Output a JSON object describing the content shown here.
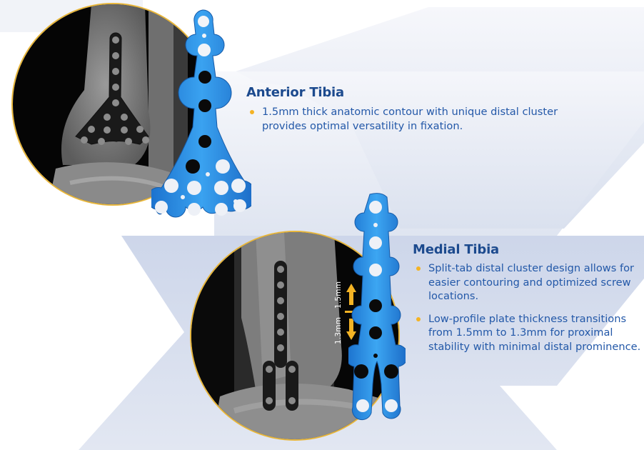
{
  "colors": {
    "heading": "#1c4a8e",
    "body_text": "#2358a8",
    "bullet": "#f4b324",
    "plate_blue": "#2f8fe0",
    "xray_ring": "#e8b63a",
    "background_shape": "#d4dcec"
  },
  "sections": [
    {
      "title": "Anterior Tibia",
      "bullets": [
        "1.5mm thick anatomic contour with unique distal cluster provides optimal versatility in fixation."
      ]
    },
    {
      "title": "Medial Tibia",
      "bullets": [
        "Split-tab distal cluster design allows for easier contouring and optimized screw locations.",
        "Low-profile plate thickness transitions from 1.5mm to 1.3mm for proximal stability with minimal distal prominence."
      ]
    }
  ],
  "thickness_indicator": {
    "upper_label": "1.5mm",
    "lower_label": "1.3mm",
    "icon_up": "arrow-up-icon",
    "icon_down": "arrow-down-icon"
  },
  "images": {
    "anterior_xray": "xray-anterior-tibia",
    "anterior_plate": "anterior-tibia-plate",
    "medial_xray": "xray-medial-tibia",
    "medial_plate": "medial-tibia-plate"
  }
}
